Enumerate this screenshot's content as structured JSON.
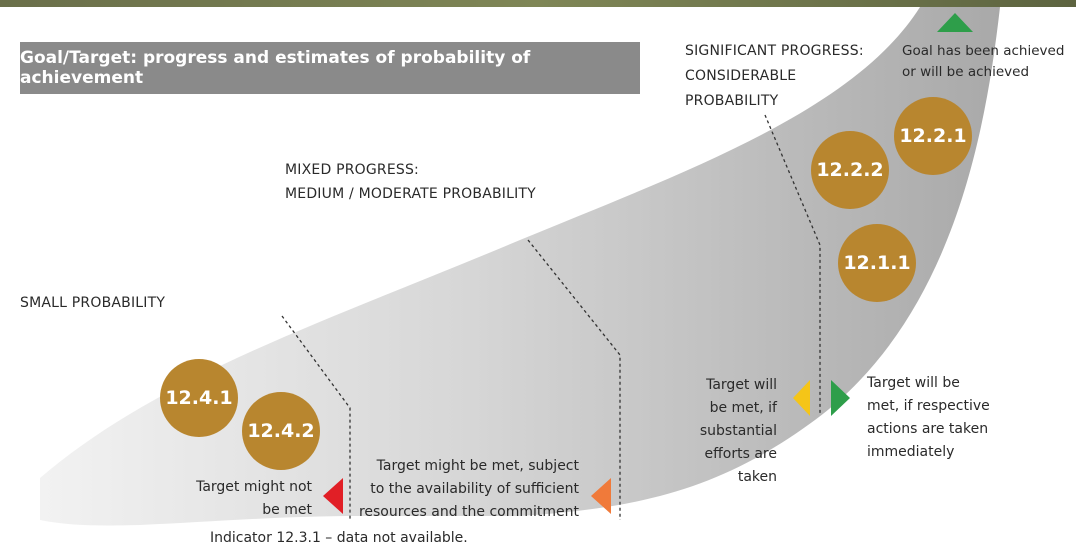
{
  "title": "Goal/Target: progress and estimates of probability of achievement",
  "zones": {
    "small": "SMALL PROBABILITY",
    "mixed_line1": "MIXED PROGRESS:",
    "mixed_line2": "MEDIUM / MODERATE PROBABILITY",
    "significant_line1": "SIGNIFICANT PROGRESS:",
    "significant_line2": "CONSIDERABLE",
    "significant_line3": "PROBABILITY"
  },
  "goal_note": {
    "line1": "Goal has been achieved",
    "line2": "or will be achieved",
    "color": "#2e9e4a"
  },
  "targets": [
    {
      "label": "12.4.1"
    },
    {
      "label": "12.4.2"
    },
    {
      "label": "12.2.2"
    },
    {
      "label": "12.2.1"
    },
    {
      "label": "12.1.1"
    }
  ],
  "legend": {
    "red": {
      "line1": "Target might not",
      "line2": "be met",
      "color": "#e11f26"
    },
    "orange": {
      "line1": "Target might be met, subject",
      "line2": "to the availability of sufficient",
      "line3": "resources and the commitment",
      "color": "#f07a3a"
    },
    "yellow": {
      "line1": "Target will",
      "line2": "be met, if",
      "line3": "substantial",
      "line4": "efforts are",
      "line5": "taken",
      "color": "#f5c518"
    },
    "green": {
      "line1": "Target will be",
      "line2": "met, if respective",
      "line3": "actions are taken",
      "line4": "immediately",
      "color": "#2e9e4a"
    }
  },
  "footnote": "Indicator 12.3.1 – data not available.",
  "colors": {
    "badge": "#b8862f",
    "band": "#b8b8b8",
    "title_bg": "#8a8a8a",
    "band_edge": "#ffffff"
  }
}
